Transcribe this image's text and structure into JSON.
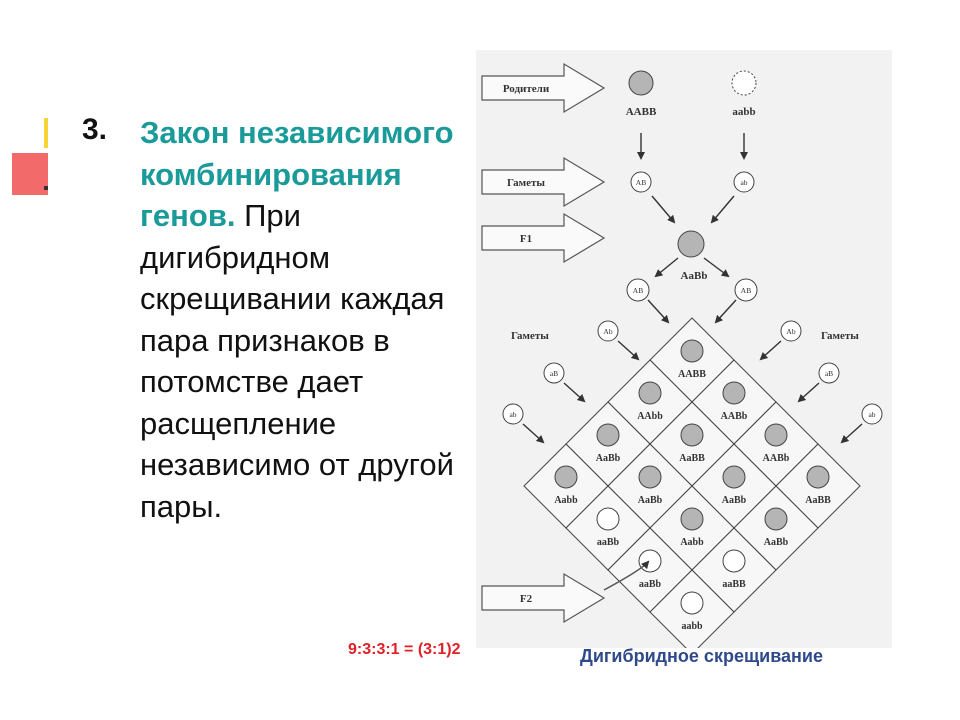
{
  "slide": {
    "number": "3.",
    "heading_highlight": "Закон независимого комбинирования генов.",
    "body_text": " При дигибридном скрещивании каждая пара признаков в потомстве дает расщепление независимо от другой пары.",
    "ratio": "9:3:3:1 = (3:1)2",
    "caption": "Дигибридное скрещивание"
  },
  "diagram": {
    "arrow_labels": [
      "Родители",
      "Гаметы",
      "F1",
      "F2"
    ],
    "parents": [
      "AABB",
      "aabb"
    ],
    "parent_gametes": [
      "AB",
      "ab"
    ],
    "f1": "AaBb",
    "f1_gametes": [
      "AB",
      "AB"
    ],
    "gamete_side_labels": [
      "Гаметы",
      "Гаметы"
    ],
    "left_gametes": [
      "Ab",
      "aB",
      "ab"
    ],
    "right_gametes": [
      "Ab",
      "aB",
      "ab"
    ],
    "grid": [
      {
        "label": "AABB",
        "filled": true
      },
      {
        "label": "AABb",
        "filled": true
      },
      {
        "label": "AABb",
        "filled": true
      },
      {
        "label": "AaBB",
        "filled": true
      },
      {
        "label": "AAbb",
        "filled": true
      },
      {
        "label": "AaBB",
        "filled": true
      },
      {
        "label": "AaBb",
        "filled": true
      },
      {
        "label": "AaBb",
        "filled": true
      },
      {
        "label": "AaBb",
        "filled": true
      },
      {
        "label": "AaBb",
        "filled": true
      },
      {
        "label": "Aabb",
        "filled": true
      },
      {
        "label": "aaBB",
        "filled": false
      },
      {
        "label": "Aabb",
        "filled": true
      },
      {
        "label": "aaBb",
        "filled": false
      },
      {
        "label": "aaBb",
        "filled": false
      },
      {
        "label": "aabb",
        "filled": false
      }
    ]
  }
}
